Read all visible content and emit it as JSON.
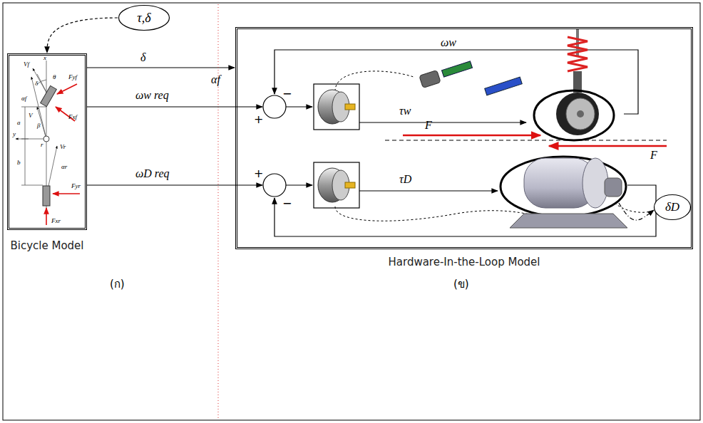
{
  "diagram": {
    "nodes": [
      {
        "text": [
          "τ,δ"
        ]
      },
      {
        "text": [
          "Bicycle Model"
        ]
      },
      {
        "text": [
          "Hardware-In-the-Loop Model"
        ]
      },
      {
        "text": [
          "δD"
        ]
      }
    ],
    "edges": [
      {
        "from": 0,
        "to": 1,
        "arrow": "to"
      },
      {
        "from": 1,
        "to": 2,
        "label": "δ",
        "arrow": "to"
      },
      {
        "from": 2,
        "to": 3,
        "arrow": "to"
      }
    ],
    "labels": [
      "αf",
      "ωw",
      "ωw req",
      "ωD req",
      "τw",
      "τD",
      "F",
      "F",
      "+",
      "−",
      "+",
      "−",
      "(ก)",
      "(ข)",
      "Vf",
      "δ",
      "θ",
      "Fyf",
      "αf",
      "V",
      "β",
      "Fxf",
      "a",
      "y",
      "r",
      "Vr",
      "b",
      "αr",
      "Fyr",
      "Fxr",
      "x"
    ]
  }
}
